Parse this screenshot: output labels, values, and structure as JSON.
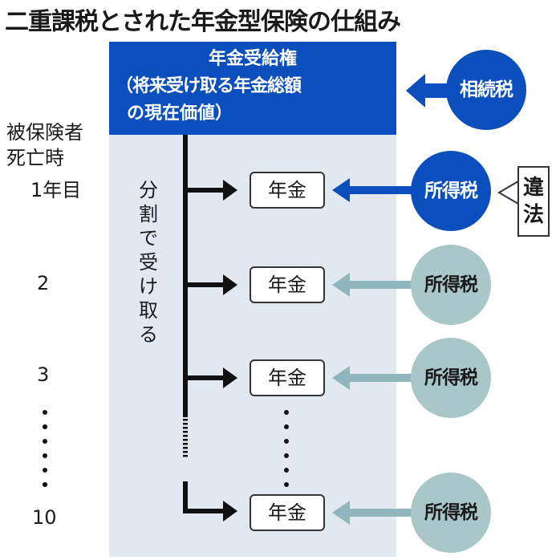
{
  "title": "二重課税とされた年金型保険の仕組み",
  "header": {
    "line1": "年金受給権",
    "line2": "（将来受け取る年金総額",
    "line3": "の現在価値）"
  },
  "side_labels": {
    "line1": "被保険者",
    "line2": "死亡時",
    "year1": "1年目",
    "year2": "2",
    "year3": "3",
    "year10": "10"
  },
  "split_label": [
    "分",
    "割",
    "で",
    "受",
    "け",
    "取",
    "る"
  ],
  "pension_label": "年金",
  "inheritance_tax": "相続税",
  "income_tax": "所得税",
  "illegal_callout": [
    "違",
    "法"
  ],
  "colors": {
    "primary_blue": "#0a4fbd",
    "teal": "#a9c6c9",
    "teal_arrow": "#8fb6bc",
    "panel_bg": "#e1e8f0"
  }
}
